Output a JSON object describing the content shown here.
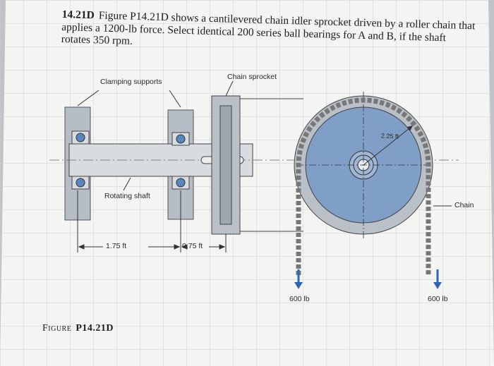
{
  "problem": {
    "number": "14.21D",
    "text": "Figure P14.21D shows a cantilevered chain idler sprocket driven by a roller chain that applies a 1200-lb force. Select identical 200 series ball bearings for A and B, if the shaft rotates 350 rpm."
  },
  "labels": {
    "clamping_supports": "Clamping supports",
    "chain_sprocket": "Chain sprocket",
    "rotating_shaft": "Rotating shaft",
    "dim_175": "1.75 ft",
    "dim_075": "0.75 ft",
    "radius": "2.25 ft",
    "chain": "Chain",
    "force_left": "600 lb",
    "force_right": "600 lb"
  },
  "caption": {
    "prefix": "Figure",
    "number": "P14.21D"
  },
  "colors": {
    "paper": "#f4f4f2",
    "grid": "#c6cdd5",
    "support": "#b5bdc6",
    "sprocket_face": "#7f9fc6",
    "sprocket_rim": "#b9c0c8",
    "bearing_blue": "#5a86c0",
    "arrow_blue": "#2e66b0",
    "ink": "#2a2a2a"
  }
}
